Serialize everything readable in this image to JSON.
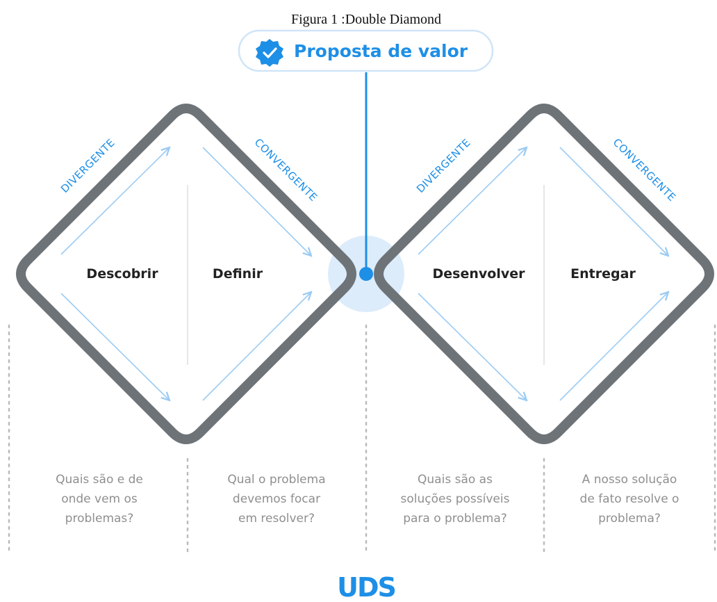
{
  "caption": "Figura 1 :Double Diamond",
  "title": {
    "label": "Proposta de valor",
    "icon": "verified-badge-icon"
  },
  "diamonds": [
    {
      "divergent_label": "DIVERGENTE",
      "convergent_label": "CONVERGENTE",
      "stages": [
        "Descobrir",
        "Definir"
      ]
    },
    {
      "divergent_label": "DIVERGENTE",
      "convergent_label": "CONVERGENTE",
      "stages": [
        "Desenvolver",
        "Entregar"
      ]
    }
  ],
  "questions": [
    [
      "Quais são e de",
      "onde vem os",
      "problemas?"
    ],
    [
      "Qual o problema",
      "devemos focar",
      "em resolver?"
    ],
    [
      "Quais são as",
      "soluções possíveis",
      "para o problema?"
    ],
    [
      "A nosso solução",
      "de fato resolve o",
      "problema?"
    ]
  ],
  "logo": "UDS",
  "colors": {
    "accent": "#1e8fe6",
    "diamond_stroke": "#6e7378",
    "arrow": "#9ccbf2",
    "question_text": "#8f8f8f",
    "halo": "#dcecfb"
  }
}
